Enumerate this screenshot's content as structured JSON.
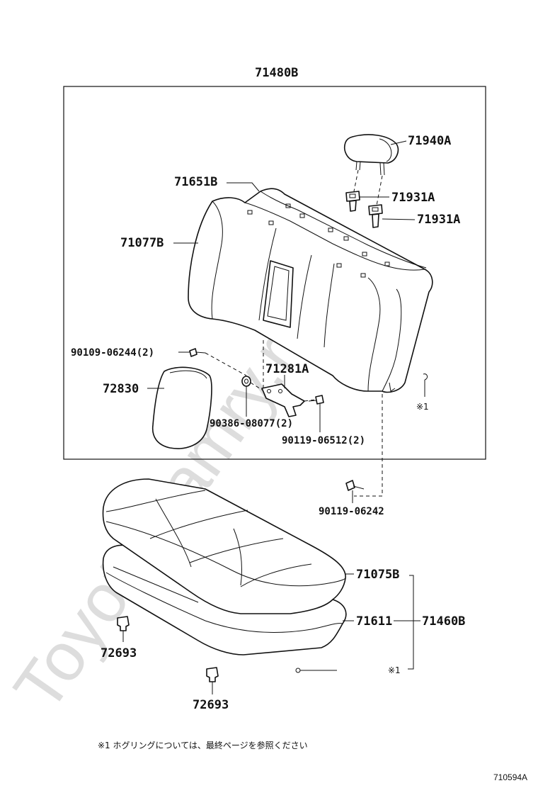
{
  "watermark": "ToyotaCamry.ru",
  "assembly_labels": {
    "seatback_assy": "71480B",
    "cushion_assy": "71460B"
  },
  "part_labels": {
    "headrest": "71940A",
    "headrest_support_1": "71931A",
    "headrest_support_2": "71931A",
    "back_cover": "71651B",
    "back_pad": "71077B",
    "bolt_1": "90109-06244(2)",
    "armrest": "72830",
    "hinge": "71281A",
    "bushing": "90386-08077(2)",
    "screw": "90119-06512(2)",
    "bolt_2": "90119-06242",
    "cushion_cover": "71075B",
    "cushion_pad": "71611",
    "clip_1": "72693",
    "clip_2": "72693"
  },
  "ref_marks": {
    "back_ring": "※1",
    "cushion_ring": "※1"
  },
  "footnote": "※1  ホグリングについては、最終ページを参照ください",
  "figure_id": "710594A"
}
